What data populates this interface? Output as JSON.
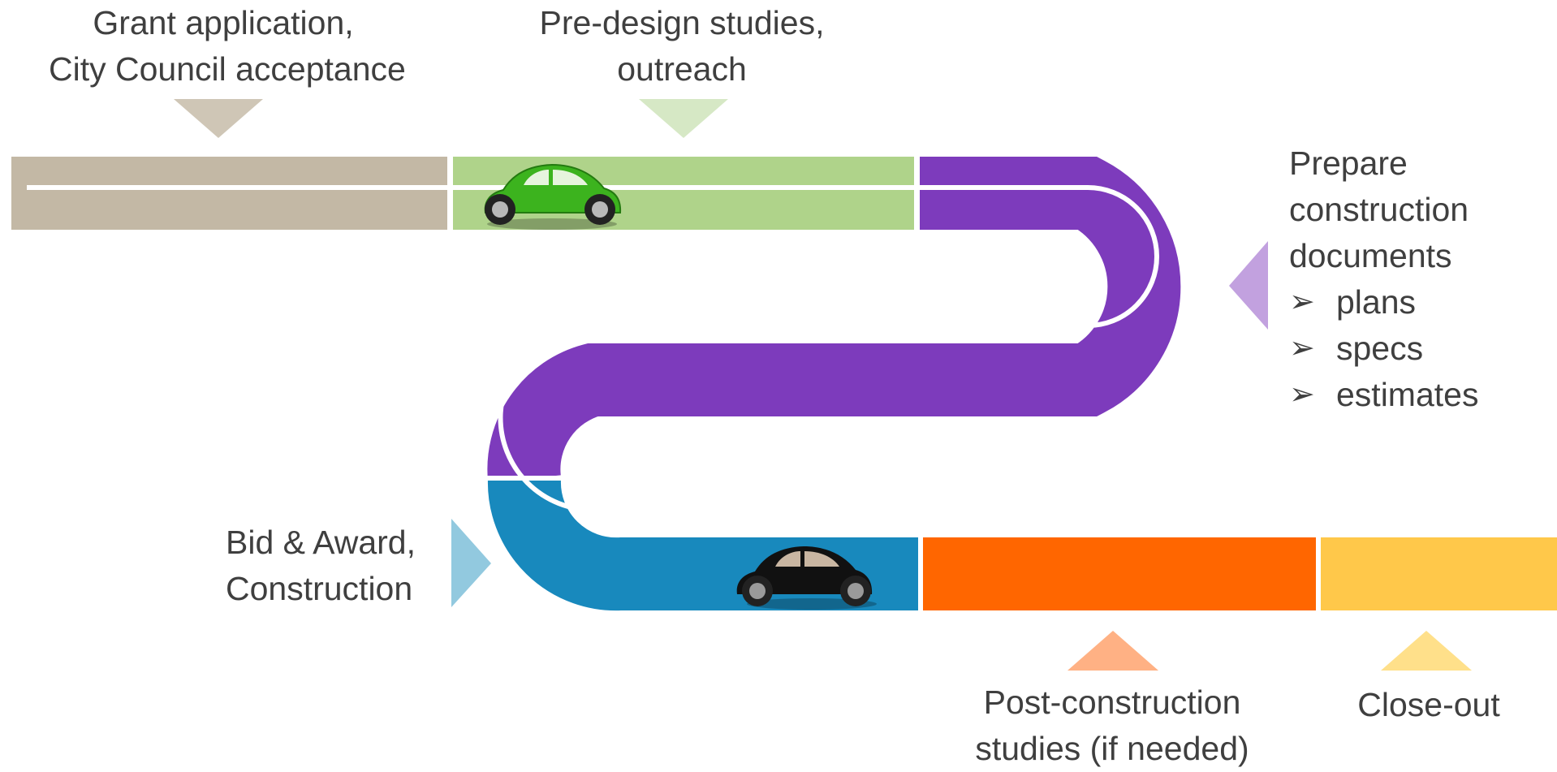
{
  "stages": {
    "grant": {
      "line1": "Grant application,",
      "line2": "City Council acceptance"
    },
    "predesign": {
      "line1": "Pre-design studies,",
      "line2": "outreach"
    },
    "prepare": {
      "line1": "Prepare",
      "line2": "construction",
      "line3": "documents",
      "bullets": [
        "plans",
        "specs",
        "estimates"
      ]
    },
    "bid": {
      "line1": "Bid & Award,",
      "line2": "Construction"
    },
    "post": {
      "line1": "Post-construction",
      "line2": "studies (if needed)"
    },
    "closeout": {
      "label": "Close-out"
    }
  },
  "icons": {
    "bullet": "arrow-bullet-icon",
    "car_green": "green-car-icon",
    "car_black": "black-car-icon"
  },
  "colors": {
    "grant": "#c3b8a5",
    "predesign": "#afd38a",
    "prepare": "#7d3bbc",
    "bid": "#1889bd",
    "post": "#ff6600",
    "closeout": "#ffc84a",
    "grant_marker": "#cfc6b6",
    "predesign_marker": "#d6e8c5",
    "prepare_marker": "#c2a1df",
    "bid_marker": "#92c9df",
    "post_marker": "#ffb184",
    "closeout_marker": "#ffe08a"
  }
}
